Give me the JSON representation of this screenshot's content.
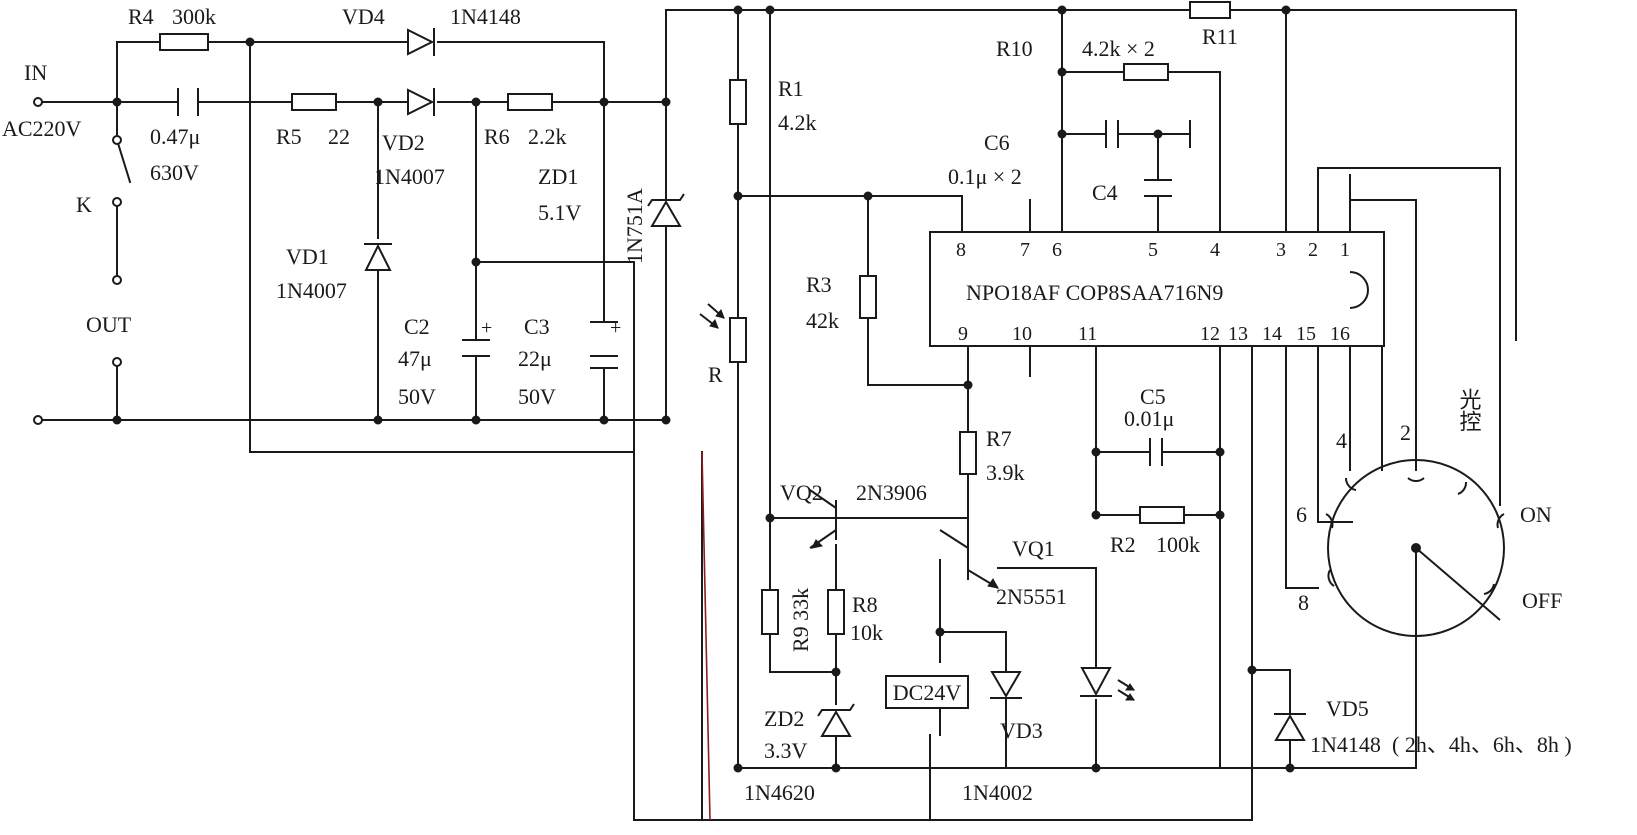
{
  "terminals": {
    "in": "IN",
    "ac": "AC220V",
    "switch": "K",
    "out": "OUT"
  },
  "components": {
    "r4": {
      "ref": "R4",
      "value": "300k"
    },
    "c1": {
      "value1": "0.47μ",
      "value2": "630V"
    },
    "r5": {
      "ref": "R5",
      "value": "22"
    },
    "vd4": {
      "ref": "VD4",
      "part": "1N4148"
    },
    "vd2": {
      "ref": "VD2",
      "part": "1N4007"
    },
    "vd1": {
      "ref": "VD1",
      "part": "1N4007"
    },
    "r6": {
      "ref": "R6",
      "value": "2.2k"
    },
    "zd1": {
      "ref": "ZD1",
      "value": "5.1V",
      "part": "1N751A"
    },
    "c2": {
      "ref": "C2",
      "value": "47μ",
      "voltage": "50V"
    },
    "c3": {
      "ref": "C3",
      "value": "22μ",
      "voltage": "50V"
    },
    "r1": {
      "ref": "R1",
      "value": "4.2k"
    },
    "r": {
      "ref": "R"
    },
    "r3": {
      "ref": "R3",
      "value": "42k"
    },
    "r10": {
      "ref": "R10"
    },
    "r11": {
      "ref": "R11",
      "value": "4.2k × 2"
    },
    "c6": {
      "ref": "C6",
      "value": "0.1μ × 2"
    },
    "c4": {
      "ref": "C4"
    },
    "c5": {
      "ref": "C5",
      "value": "0.01μ"
    },
    "r7": {
      "ref": "R7",
      "value": "3.9k"
    },
    "r2": {
      "ref": "R2",
      "value": "100k"
    },
    "vq2": {
      "ref": "VQ2",
      "part": "2N3906"
    },
    "vq1": {
      "ref": "VQ1",
      "part": "2N5551"
    },
    "r9": {
      "ref": "R9 33k"
    },
    "r8": {
      "ref": "R8",
      "value": "10k"
    },
    "zd2": {
      "ref": "ZD2",
      "value": "3.3V",
      "part": "1N4620"
    },
    "relay": {
      "label": "DC24V"
    },
    "vd3": {
      "ref": "VD3",
      "part": "1N4002"
    },
    "vd5": {
      "ref": "VD5",
      "part": "1N4148"
    }
  },
  "ic": {
    "name": "NPO18AF COP8SAA716N9",
    "top_pins": [
      "8",
      "7",
      "6",
      "5",
      "4",
      "3",
      "2",
      "1"
    ],
    "bottom_pins": [
      "9",
      "10",
      "11",
      "12",
      "13",
      "14",
      "15",
      "16"
    ]
  },
  "selector": {
    "light_label": "光控",
    "positions": [
      "4",
      "2",
      "6",
      "ON",
      "8",
      "OFF"
    ],
    "timer_note": "( 2h、4h、6h、8h )"
  }
}
